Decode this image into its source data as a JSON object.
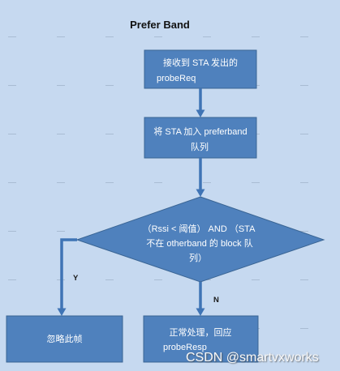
{
  "title": "Prefer Band",
  "nodes": {
    "receive_probe": {
      "lines": [
        "接收到 STA 发出的",
        "probeReq"
      ]
    },
    "add_to_queue": {
      "lines": [
        "将 STA 加入 preferband",
        "队列"
      ]
    },
    "decision": {
      "lines": [
        "（Rssi < 阈值） AND （STA",
        "不在 otherband 的 block 队",
        "列）"
      ]
    },
    "ignore_frame": {
      "lines": [
        "忽略此帧"
      ]
    },
    "respond_probe": {
      "lines": [
        "正常处理，回应",
        "probeResp"
      ]
    }
  },
  "edges": {
    "yes_label": "Y",
    "no_label": "N"
  },
  "watermark": "CSDN @smartvxworks",
  "colors": {
    "background": "#c6d9f0",
    "grid": "#a9bcd3",
    "node_fill": "#4f81bd",
    "node_border": "#3a6594",
    "node_text": "#ffffff",
    "arrow": "#3f74b5",
    "edge_label": "#1a1a1a",
    "title_text": "#111111",
    "watermark_text": "#f6f6f6"
  }
}
